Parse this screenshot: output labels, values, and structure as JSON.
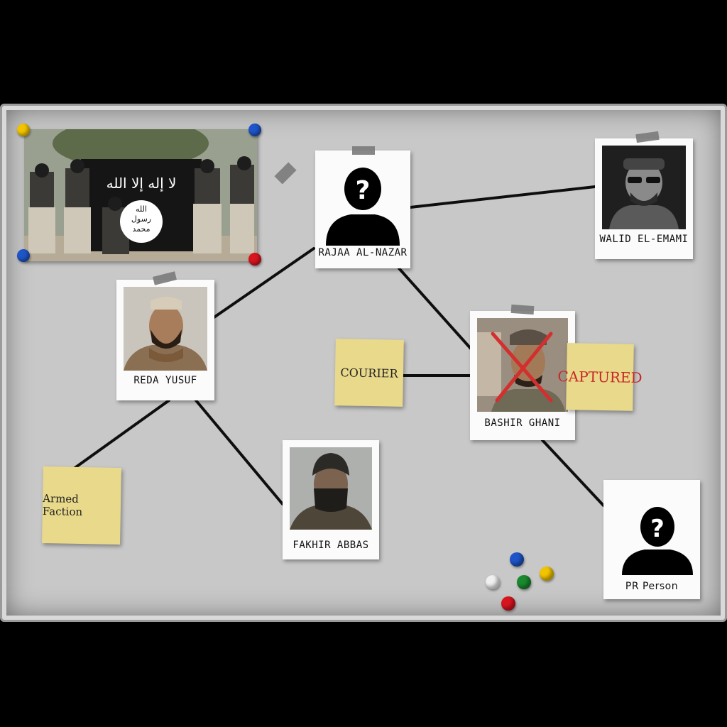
{
  "board": {
    "cards": [
      {
        "id": "rajaa",
        "name": "RAJAA AL-NAZAR",
        "icon": "unknown-person-icon"
      },
      {
        "id": "walid",
        "name": "WALID EL-EMAMI",
        "icon": "portrait"
      },
      {
        "id": "reda",
        "name": "REDA YUSUF",
        "icon": "portrait"
      },
      {
        "id": "bashir",
        "name": "BASHIR GHANI",
        "icon": "portrait",
        "status": "captured"
      },
      {
        "id": "fakhir",
        "name": "FAKHIR ABBAS",
        "icon": "portrait"
      },
      {
        "id": "pr",
        "name": "PR Person",
        "icon": "unknown-person-icon"
      }
    ],
    "notes": {
      "courier": "COURIER",
      "captured": "CAPTURED",
      "armed": "Armed Faction"
    },
    "flag": {
      "line1": "لا إله إلا الله",
      "line2": "الله",
      "line3": "رسول",
      "line4": "محمد"
    }
  },
  "colors": {
    "board": "#c8c8c8",
    "sticky": "#e9d98a",
    "captured_text": "#c62828",
    "cross": "#d32f2f",
    "pin_yellow": "#f2c400",
    "pin_blue": "#1e55c8",
    "pin_red": "#d8151f",
    "pin_green": "#1a8a2e",
    "pin_white": "#f0f0f0"
  }
}
